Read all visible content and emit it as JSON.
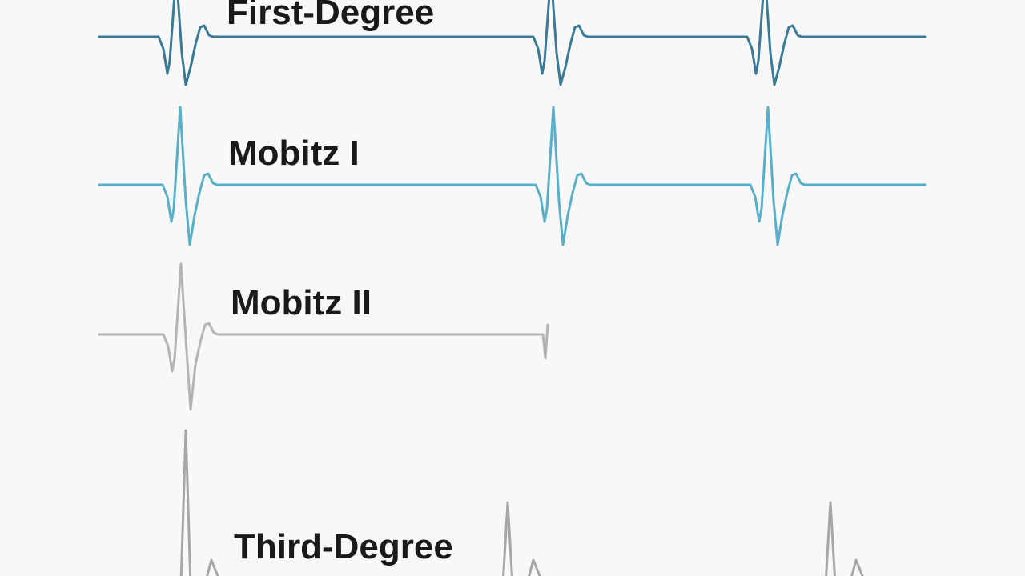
{
  "rhythms": [
    {
      "label": "First-Degree",
      "color": "#3a7a96"
    },
    {
      "label": "Mobitz I",
      "color": "#5aafc8"
    },
    {
      "label": "Mobitz II",
      "color": "#b4b4b4"
    },
    {
      "label": "Third-Degree",
      "color": "#a6a6a6"
    }
  ]
}
